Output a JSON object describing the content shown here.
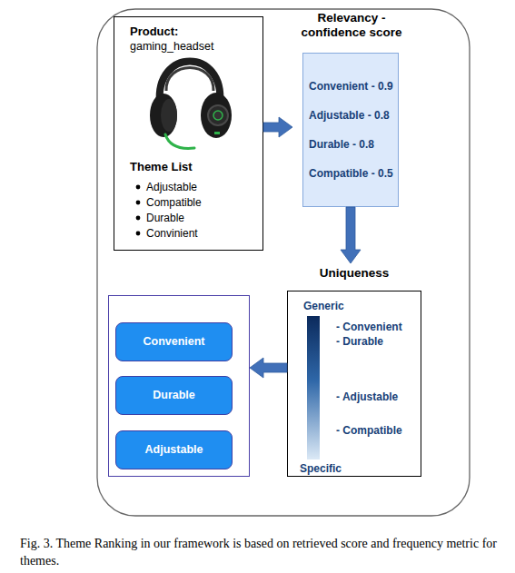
{
  "diagram": {
    "caption": "Fig. 3. Theme Ranking in our framework is based on retrieved score and frequency metric for themes.",
    "nodes": [
      {
        "text": [
          "Product:",
          "gaming_headset",
          "Theme List",
          "Adjustable",
          "Compatible",
          "Durable",
          "Convinient"
        ]
      },
      {
        "text": [
          "Relevancy - confidence score",
          "Convenient - 0.9",
          "Adjustable - 0.8",
          "Durable - 0.8",
          "Compatible - 0.5"
        ]
      },
      {
        "text": [
          "Uniqueness",
          "Generic",
          "- Convenient",
          "- Durable",
          "- Adjustable",
          "- Compatible",
          "Specific"
        ]
      },
      {
        "text": []
      },
      {
        "text": [
          "Convenient"
        ],
        "in": 3
      },
      {
        "text": [
          "Durable"
        ],
        "in": 3
      },
      {
        "text": [
          "Adjustable"
        ],
        "in": 3
      }
    ],
    "edges": [
      {
        "from": 0,
        "to": 1,
        "arrow": "to"
      },
      {
        "from": 1,
        "to": 2,
        "arrow": "to"
      },
      {
        "from": 2,
        "to": 3,
        "arrow": "to"
      }
    ]
  }
}
